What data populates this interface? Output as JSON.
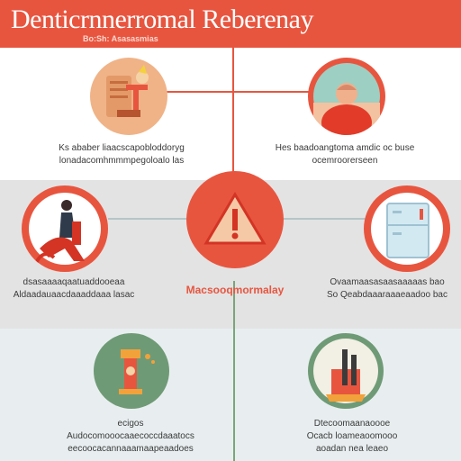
{
  "header": {
    "title": "Denticrnnerromal Reberenay",
    "subtitle": "Bo:Sh: Asasasmias"
  },
  "panels": [
    {
      "id": "top-left",
      "icon": "doctor-desk-icon",
      "caption_lines": [
        "Ks ababer liaacscapobloddoryg",
        "lonadacomhmmmpegoloalo las"
      ]
    },
    {
      "id": "top-right",
      "icon": "person-avatar-icon",
      "caption_lines": [
        "Hes baadoangtoma amdic oc buse",
        "ocemroorerseen"
      ]
    },
    {
      "id": "mid-left",
      "icon": "emergency-worker-icon",
      "caption_lines": [
        "dsasaaaaqaatuaddooeaa",
        "Aldaadauaacdaaaddaaa lasac"
      ]
    },
    {
      "id": "mid-right",
      "icon": "refrigerator-icon",
      "caption_lines": [
        "Ovaamaasasaasaaaaas bao",
        "So Qeabdaaaraaaeaadoo bac"
      ]
    },
    {
      "id": "bottom-left",
      "icon": "medical-tools-icon",
      "caption_lines": [
        "ecigos",
        "Audocomooocaaecoccdaaatocs",
        "eecoocacannaaamaapeaadoes"
      ]
    },
    {
      "id": "bottom-right",
      "icon": "dental-instruments-icon",
      "caption_lines": [
        "Dtecoomaanaoooe",
        "Ocacb loameaoomooo",
        "aoadan nea leaeo"
      ]
    }
  ],
  "center": {
    "icon": "warning-triangle-icon",
    "label": "Macsooqmormalay"
  },
  "colors": {
    "accent": "#e8553f",
    "header_text": "#ffffff",
    "band_mid": "#e3e3e3",
    "band_bottom": "#e8eef0"
  }
}
